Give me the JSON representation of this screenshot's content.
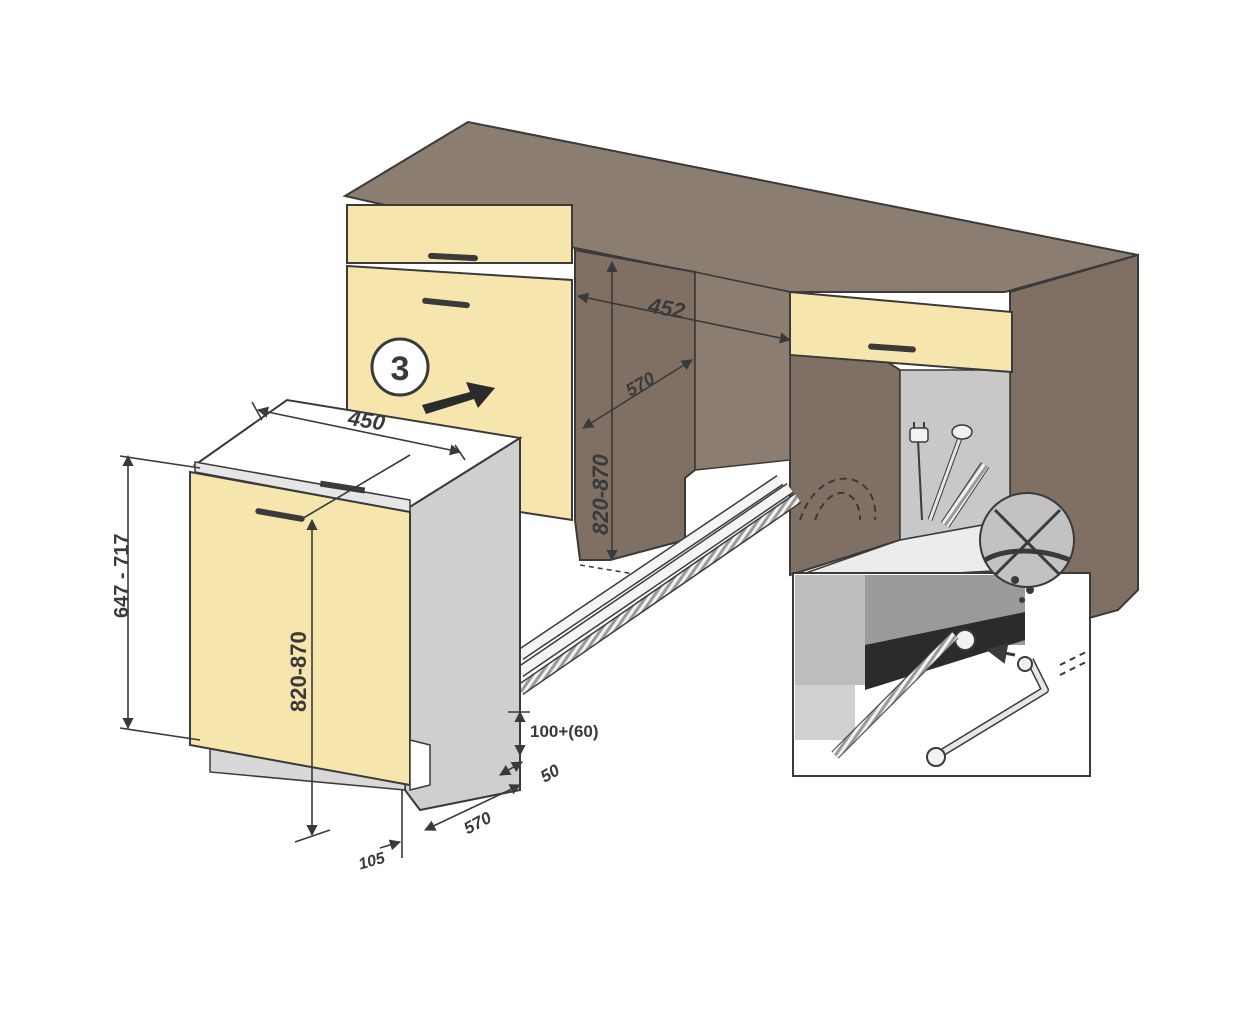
{
  "diagram": {
    "step_number": "3",
    "dimensions": {
      "cabinet_opening_width": "452",
      "cabinet_depth": "570",
      "cabinet_height": "820-870",
      "appliance_width": "450",
      "appliance_height": "820-870",
      "door_panel_height": "647 - 717",
      "plinth_height": "100+(60)",
      "plinth_gap": "50",
      "appliance_depth": "570",
      "plinth_setback": "105"
    },
    "colors": {
      "cabinet_top": "#8b7d70",
      "cabinet_side": "#7f7063",
      "cabinet_front_panel": "#f6e6ae",
      "appliance_body": "#cfcfcf",
      "floor": "#ffffff",
      "line": "#3a3a3a"
    },
    "icons": [
      "arrow-icon",
      "power-plug-icon",
      "water-hose-icon",
      "drain-hose-icon",
      "no-water-leak-icon"
    ]
  }
}
